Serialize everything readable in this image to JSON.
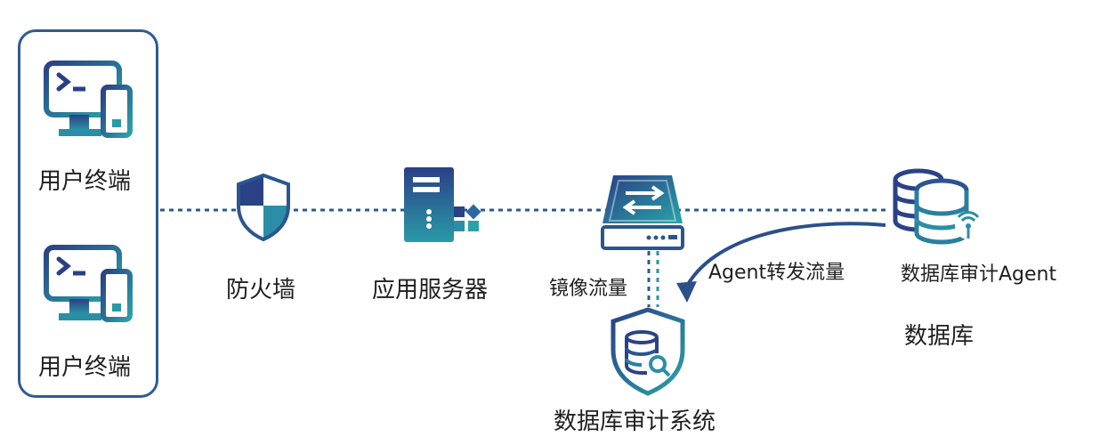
{
  "nodes": {
    "terminal_1": "用户终端",
    "terminal_2": "用户终端",
    "firewall": "防火墙",
    "app_server": "应用服务器",
    "mirror": "镜像流量",
    "audit_system": "数据库审计系统",
    "agent": "数据库审计Agent",
    "database": "数据库"
  },
  "edges": {
    "agent_forward": "Agent转发流量"
  },
  "colors": {
    "primary": "#2b4f8a",
    "teal": "#2a93a6",
    "line": "#2b5b8c"
  }
}
